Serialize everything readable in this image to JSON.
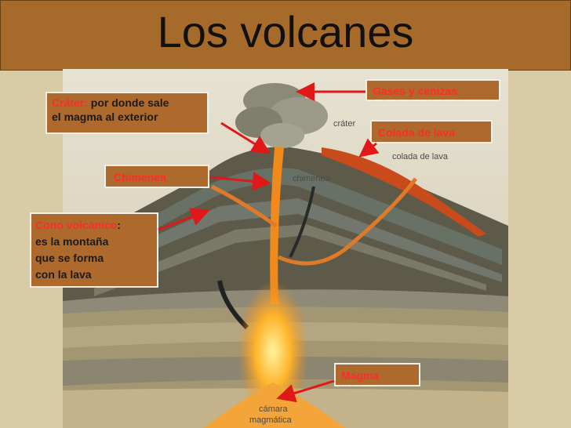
{
  "title": "Los volcanes",
  "labels": {
    "crater_term": "Cráter:",
    "crater_desc_line1": "por donde sale",
    "crater_desc_line2": "el magma al exterior",
    "gases": "Gases y cenizas",
    "colada": "Colada de lava",
    "chimenea": "Chimenea",
    "cono_term": "Cono volcánico",
    "cono_colon": ":",
    "cono_line2": "es la montaña",
    "cono_line3": "que se forma",
    "cono_line4": "con la lava",
    "magma": "Magma"
  },
  "image_labels": {
    "crater": "cráter",
    "colada": "colada de lava",
    "chimenea": "chimenea",
    "camara_line1": "cámara",
    "camara_line2": "magmática"
  },
  "colors": {
    "title_bar": "#a66a2a",
    "label_box": "#ad6a2c",
    "arrow": "#e01818",
    "term_text": "#ff2b2b",
    "lava": "#f08a1a"
  }
}
